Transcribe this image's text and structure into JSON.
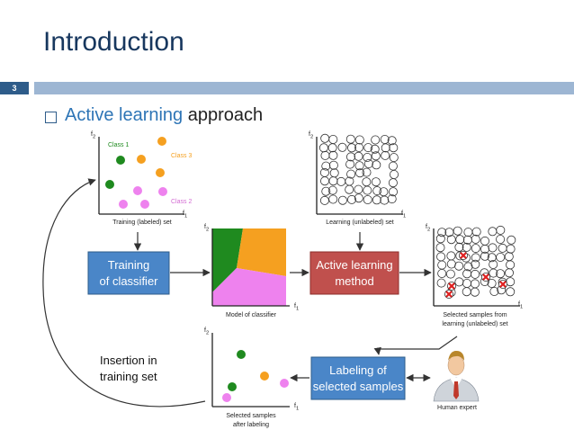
{
  "slide": {
    "title": "Introduction",
    "number": "3",
    "heading_accent": "Active learning",
    "heading_rest": "approach"
  },
  "labels": {
    "training_set": "Training (labeled) set",
    "learning_set": "Learning (unlabeled) set",
    "model_caption": "Model of classifier",
    "selected_samples_line1": "Selected samples from",
    "selected_samples_line2": "learning (unlabeled) set",
    "after_labeling_line1": "Selected samples",
    "after_labeling_line2": "after labeling",
    "human_expert": "Human expert",
    "insertion_line1": "Insertion in",
    "insertion_line2": "training set",
    "axis_f1": "f",
    "axis_f2": "f",
    "sub1": "1",
    "sub2": "2",
    "class1": "Class 1",
    "class2": "Class 2",
    "class3": "Class 3"
  },
  "boxes": {
    "training_line1": "Training",
    "training_line2": "of classifier",
    "active_line1": "Active learning",
    "active_line2": "method",
    "labeling_line1": "Labeling of",
    "labeling_line2": "selected samples"
  },
  "colors": {
    "title": "#17375e",
    "accent": "#2e75b6",
    "blue_box": "#4a86c8",
    "red_box": "#c0504d",
    "class1_green": "#1f8a1f",
    "class2_pink": "#ee82ee",
    "class3_orange": "#f5a020",
    "red_marker": "#e02020"
  }
}
